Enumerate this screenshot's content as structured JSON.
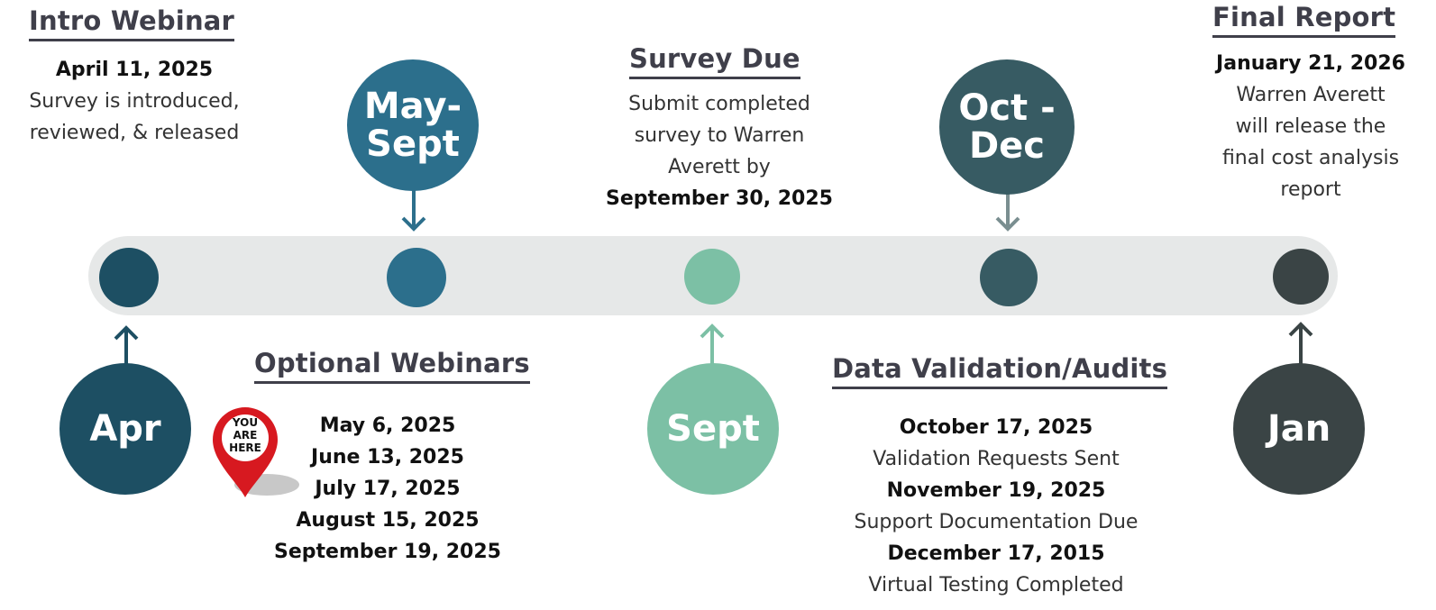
{
  "colors": {
    "apr": "#1d4f63",
    "may_sept": "#2c6f8c",
    "sept": "#7cc0a5",
    "oct_dec": "#375b63",
    "jan": "#3a4445",
    "track": "#e6e8e8",
    "heading": "#3f3f4a",
    "pin_red": "#d71920"
  },
  "milestones": {
    "apr": {
      "label": "Apr"
    },
    "may_sept": {
      "line1": "May-",
      "line2": "Sept"
    },
    "sept": {
      "label": "Sept"
    },
    "oct_dec": {
      "line1": "Oct -",
      "line2": "Dec"
    },
    "jan": {
      "label": "Jan"
    }
  },
  "intro_webinar": {
    "heading": "Intro Webinar",
    "date": "April 11, 2025",
    "line1": "Survey  is introduced,",
    "line2": "reviewed, & released"
  },
  "survey_due": {
    "heading": "Survey Due",
    "line1": "Submit completed",
    "line2": "survey to Warren",
    "line3": "Averett by",
    "date": "September 30, 2025"
  },
  "final_report": {
    "heading": "Final Report",
    "date": "January 21, 2026",
    "line1": "Warren Averett",
    "line2": "will release the",
    "line3": "final cost analysis",
    "line4": "report"
  },
  "optional_webinars": {
    "heading": "Optional Webinars",
    "dates": [
      "May 6, 2025",
      "June 13, 2025",
      "July 17, 2025",
      "August 15, 2025",
      "September 19, 2025"
    ]
  },
  "data_validation": {
    "heading": "Data Validation/Audits",
    "item1_date": "October 17, 2025",
    "item1_text": "Validation Requests Sent",
    "item2_date": "November 19, 2025",
    "item2_text": "Support Documentation Due",
    "item3_date": "December 17, 2015",
    "item3_text": "Virtual Testing Completed"
  },
  "pin": {
    "line1": "YOU",
    "line2": "ARE",
    "line3": "HERE",
    "icon": "map-pin-icon"
  }
}
